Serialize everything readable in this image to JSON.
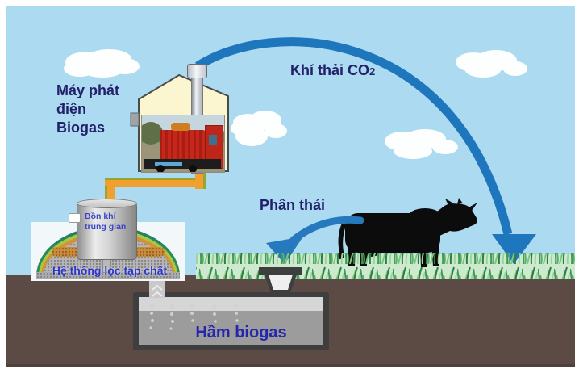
{
  "labels": {
    "generator_l1": "Máy phát",
    "generator_l2": "điện",
    "generator_l3": "Biogas",
    "co2_base": "Khí thải CO",
    "co2_sub": "2",
    "manure": "Phân thải",
    "filter_system": "Hệ thống lọc tạp chất",
    "tank_l1": "Bồn khí",
    "tank_l2": "trung gian",
    "pit": "Hầm biogas"
  },
  "colors": {
    "sky": "#ACDAF1",
    "arrow_blue": "#1E76BC",
    "label_navy": "#23206A",
    "label_blue": "#2B35C8",
    "pit_label_blue": "#2525AD",
    "pipe_orange": "#EFA02F",
    "pipe_olive": "#96A62E",
    "earth_brown": "#5C4B45",
    "grass_band_green": "#CDEACF",
    "house_cream": "#FBF5D0",
    "cow_black": "#0C0C0C"
  }
}
